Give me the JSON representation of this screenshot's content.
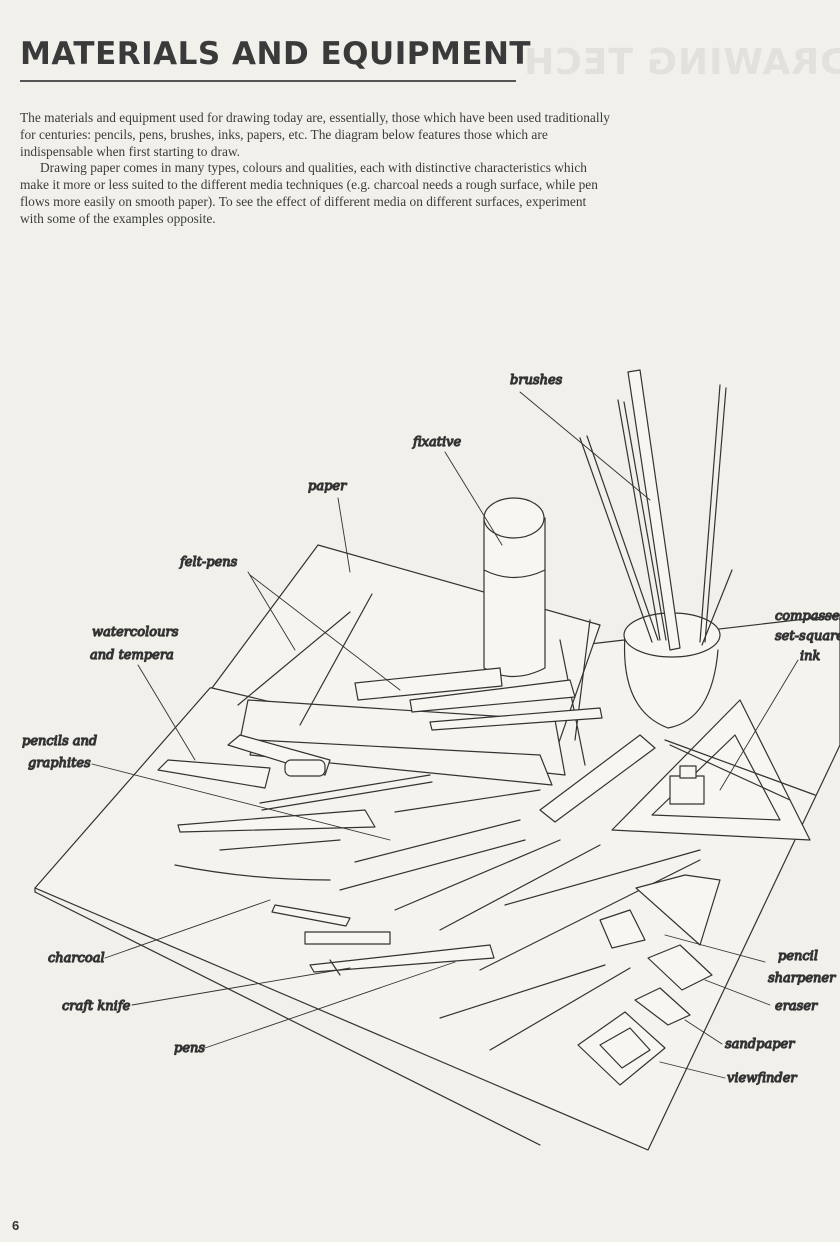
{
  "page": {
    "title": "MATERIALS AND EQUIPMENT",
    "ghost_header": "DRAWING TECHNIQUES",
    "page_number": "6",
    "paragraphs": [
      "The materials and equipment used for drawing today are, essentially, those which have been used traditionally for centuries: pencils, pens, brushes, inks, papers, etc. The diagram below features those which are indispensable when first starting to draw.",
      "Drawing paper comes in many types, colours and qualities, each with distinctive characteristics which make it more or less suited to the different media techniques (e.g. charcoal needs a rough surface, while pen flows more easily on smooth paper). To see the effect of different media on different surfaces, experiment with some of the examples opposite."
    ]
  },
  "illustration": {
    "labels": {
      "brushes": "brushes",
      "fixative": "fixative",
      "paper": "paper",
      "felt_pens": "felt-pens",
      "watercolours_1": "watercolours",
      "watercolours_2": "and tempera",
      "compasses": "compasses",
      "set_square": "set-square",
      "ink": "ink",
      "pencils_1": "pencils and",
      "pencils_2": "graphites",
      "charcoal": "charcoal",
      "craft_knife": "craft knife",
      "pens": "pens",
      "pencil_sharpener_1": "pencil",
      "pencil_sharpener_2": "sharpener",
      "eraser": "eraser",
      "sandpaper": "sandpaper",
      "viewfinder": "viewfinder"
    },
    "colors": {
      "line": "#333333",
      "paper_bg": "#f1f0eb"
    }
  }
}
